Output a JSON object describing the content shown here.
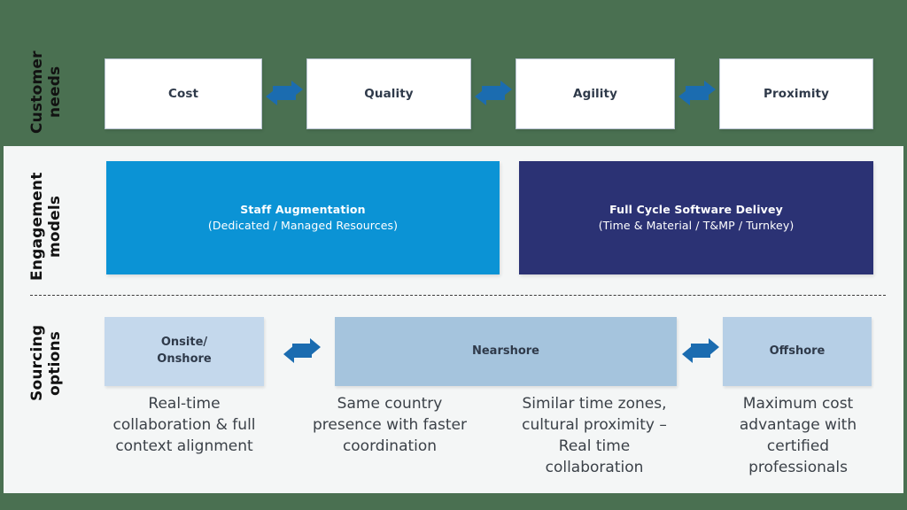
{
  "theme": {
    "background_green": "#4a7051",
    "card_background": "#f4f6f6",
    "accent_blue": "#1b6cb0",
    "staff_aug_blue": "#0b93d5",
    "full_cycle_navy": "#2b3274",
    "onsite_blue": "#c4d8ec",
    "nearshore_blue": "#a5c4dd",
    "offshore_blue": "#b6cfe6"
  },
  "rows": {
    "customer_needs": {
      "label": "Customer\nneeds",
      "items": [
        {
          "label": "Cost"
        },
        {
          "label": "Quality"
        },
        {
          "label": "Agility"
        },
        {
          "label": "Proximity"
        }
      ]
    },
    "engagement_models": {
      "label": "Engagement\nmodels",
      "items": [
        {
          "title": "Staff Augmentation",
          "subtitle": "(Dedicated / Managed Resources)"
        },
        {
          "title": "Full Cycle Software Delivey",
          "subtitle": "(Time & Material / T&MP / Turnkey)"
        }
      ]
    },
    "sourcing_options": {
      "label": "Sourcing\noptions",
      "items": [
        {
          "label": "Onsite/\nOnshore"
        },
        {
          "label": "Nearshore"
        },
        {
          "label": "Offshore"
        }
      ],
      "captions": [
        "Real-time collaboration & full context alignment",
        "Same country presence with faster coordination",
        "Similar time zones, cultural proximity – Real time collaboration",
        "Maximum cost advantage with certified professionals"
      ]
    }
  },
  "icons": {
    "exchange": "exchange-arrows-icon"
  }
}
